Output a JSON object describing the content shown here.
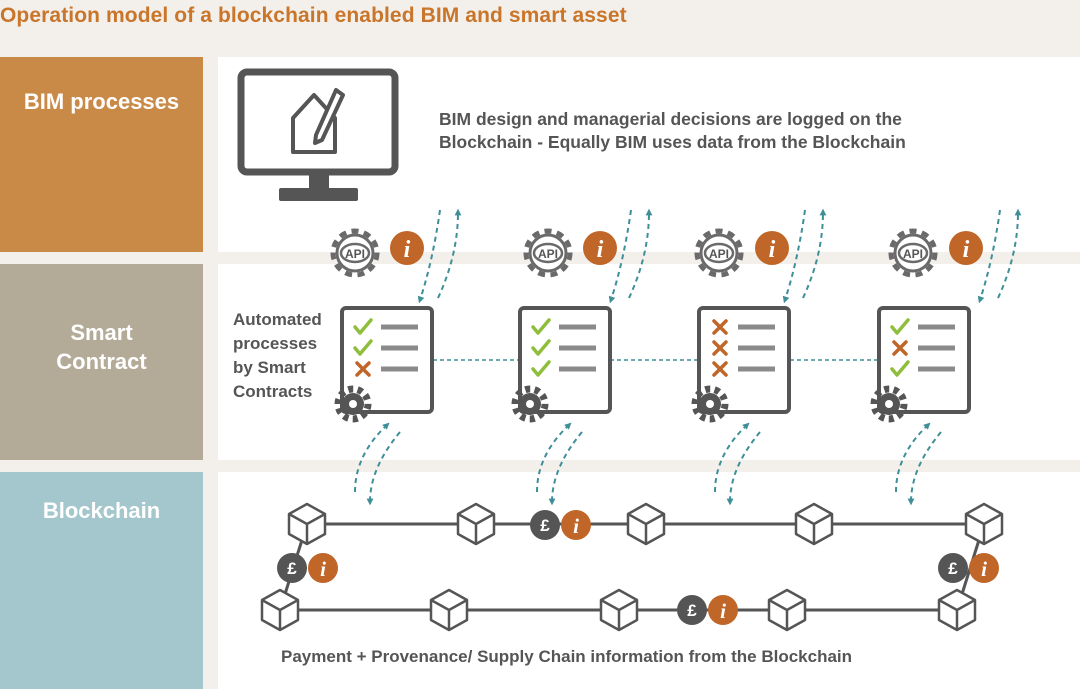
{
  "title": "Operation model of a blockchain enabled BIM and smart asset",
  "bands": {
    "bim": "BIM processes",
    "smart_contract": "Smart\nContract",
    "blockchain": "Blockchain"
  },
  "bim_description_line1": "BIM design and managerial decisions are logged on the",
  "bim_description_line2": "Blockchain - Equally BIM uses data from the Blockchain",
  "automated_text": [
    "Automated",
    "processes",
    "by Smart",
    "Contracts"
  ],
  "api_label": "API",
  "info_label": "i",
  "pound_label": "£",
  "contracts": [
    {
      "checks": [
        "check",
        "check",
        "cross"
      ]
    },
    {
      "checks": [
        "check",
        "check",
        "check"
      ]
    },
    {
      "checks": [
        "cross",
        "cross",
        "cross"
      ]
    },
    {
      "checks": [
        "check",
        "cross",
        "check"
      ]
    }
  ],
  "footer": "Payment + Provenance/ Supply Chain information from the Blockchain",
  "colors": {
    "title": "#c9752a",
    "bim_band": "#c98a47",
    "smart_band": "#b4aa98",
    "blockchain_band": "#a3c7cc",
    "teal": "#3f8f99",
    "dark": "#555555",
    "orange": "#bf6628",
    "green": "#8fbe3c"
  }
}
